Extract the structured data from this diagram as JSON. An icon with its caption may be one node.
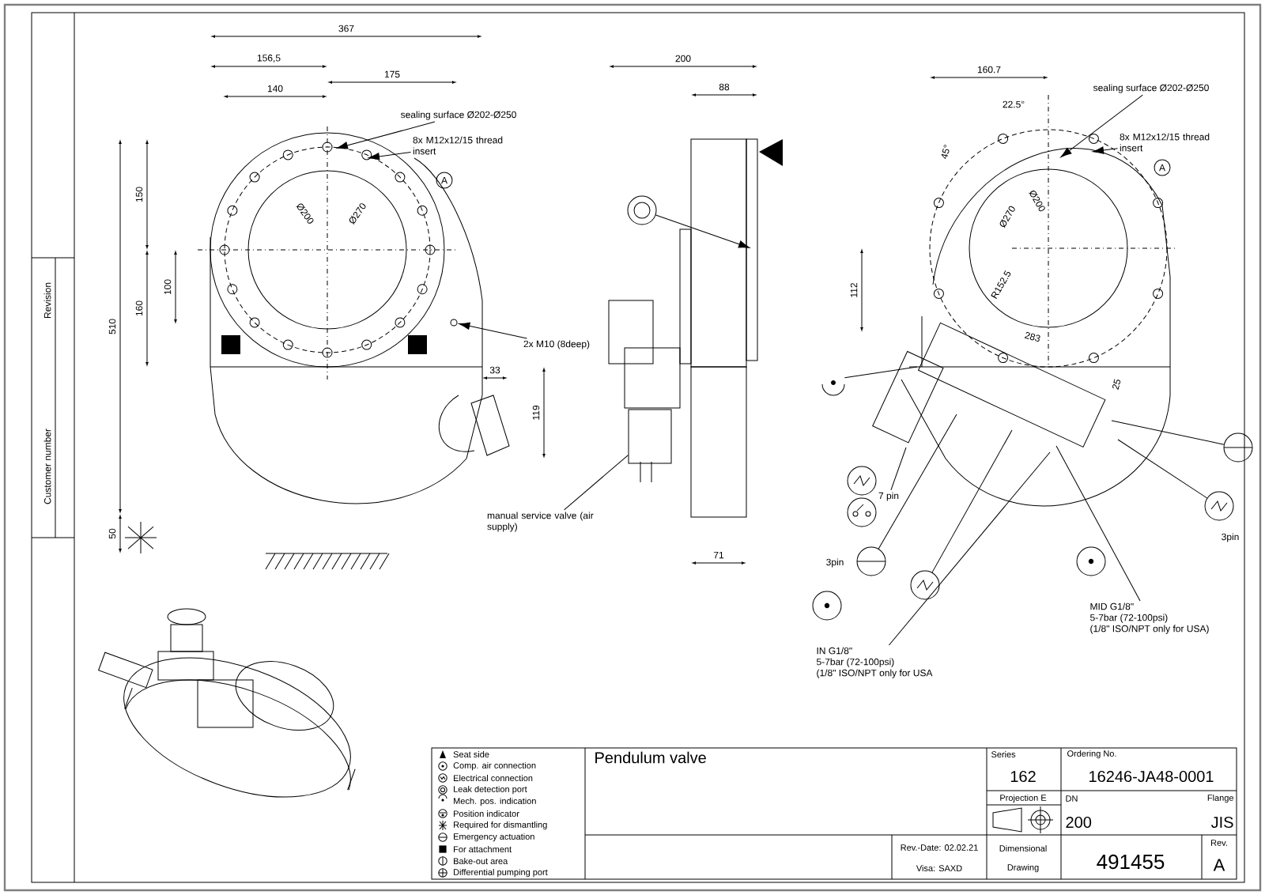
{
  "diagram": {
    "nodes": [
      {
        "text": [
          "sealing surface Ø202-Ø250"
        ]
      },
      {
        "text": [
          "8x M12x12/15 thread insert"
        ]
      },
      {
        "text": [
          "A"
        ]
      },
      {
        "text": [
          "2x M10 (8deep)"
        ]
      },
      {
        "text": [
          "manual service valve (air supply)"
        ]
      },
      {
        "text": [
          "sealing surface Ø202-Ø250"
        ]
      },
      {
        "text": [
          "8x M12x12/15 thread insert"
        ]
      },
      {
        "text": [
          "A"
        ]
      },
      {
        "text": [],
        "shape": "circle"
      },
      {
        "text": [],
        "shape": "circle"
      },
      {
        "text": [],
        "shape": "circle"
      },
      {
        "text": [],
        "shape": "circle"
      },
      {
        "text": [
          "7 pin"
        ]
      },
      {
        "text": [],
        "shape": "circle",
        "beside": [
          "3pin"
        ]
      },
      {
        "text": [],
        "shape": "circle"
      },
      {
        "text": [],
        "shape": "circle"
      },
      {
        "text": [
          "IN G1/8\"",
          "5-7bar (72-100psi)",
          "(1/8\" ISO/NPT only for USA"
        ]
      },
      {
        "text": [],
        "shape": "circle"
      },
      {
        "text": [
          "MID G1/8\"",
          "5-7bar (72-100psi)",
          "(1/8\" ISO/NPT only for USA)"
        ]
      },
      {
        "text": [],
        "shape": "circle"
      },
      {
        "text": [],
        "shape": "circle",
        "beside": [
          "3pin"
        ]
      },
      {
        "text": [],
        "shape": "circle"
      },
      {
        "text": [],
        "shape": "box"
      }
    ],
    "edges": [
      {
        "from": 0,
        "to": null,
        "arrow": "to"
      },
      {
        "from": 1,
        "to": null,
        "arrow": "to"
      },
      {
        "from": 3,
        "to": 21,
        "arrow": "to"
      },
      {
        "from": 4,
        "to": 22,
        "arrow": "none"
      },
      {
        "from": 5,
        "to": null,
        "arrow": "to"
      },
      {
        "from": 6,
        "to": null,
        "arrow": "to"
      },
      {
        "from": 8,
        "to": null,
        "arrow": "to"
      },
      {
        "from": 9,
        "to": null,
        "arrow": "none"
      },
      {
        "from": 12,
        "to": null,
        "arrow": "none"
      },
      {
        "from": 13,
        "to": null,
        "arrow": "none"
      },
      {
        "from": 14,
        "to": null,
        "arrow": "none"
      },
      {
        "from": 16,
        "to": null,
        "arrow": "none"
      },
      {
        "from": 18,
        "to": null,
        "arrow": "none"
      },
      {
        "from": 19,
        "to": null,
        "arrow": "none"
      },
      {
        "from": 20,
        "to": null,
        "arrow": "none"
      }
    ],
    "labels": [
      "Revision",
      "Customer number",
      "367",
      "156,5",
      "175",
      "140",
      "150",
      "160",
      "100",
      "510",
      "Ø200",
      "Ø270",
      "33",
      "119",
      "50",
      "200",
      "88",
      "71",
      "160.7",
      "22.5°",
      "45°",
      "112",
      "Ø200",
      "Ø270",
      "R152.5",
      "283",
      "25",
      "Pendulum valve",
      "Series",
      "162",
      "Ordering No.",
      "16246-JA48-0001",
      "Projection E",
      "DN",
      "Flange",
      "200",
      "JIS",
      "Rev.-Date: 02.02.21",
      "Visa: SAXD",
      "Dimensional Drawing",
      "491455",
      "Rev.",
      "A"
    ],
    "legend": [
      {
        "text": "Seat side"
      },
      {
        "text": "Comp. air connection"
      },
      {
        "text": "Electrical connection"
      },
      {
        "text": "Leak detection port"
      },
      {
        "text": "Mech. pos. indication"
      },
      {
        "text": "Position indicator"
      },
      {
        "text": "Required for dismantling"
      },
      {
        "text": "Emergency actuation"
      },
      {
        "text": "For attachment"
      },
      {
        "text": "Bake-out area"
      },
      {
        "text": "Differential pumping port"
      }
    ]
  }
}
